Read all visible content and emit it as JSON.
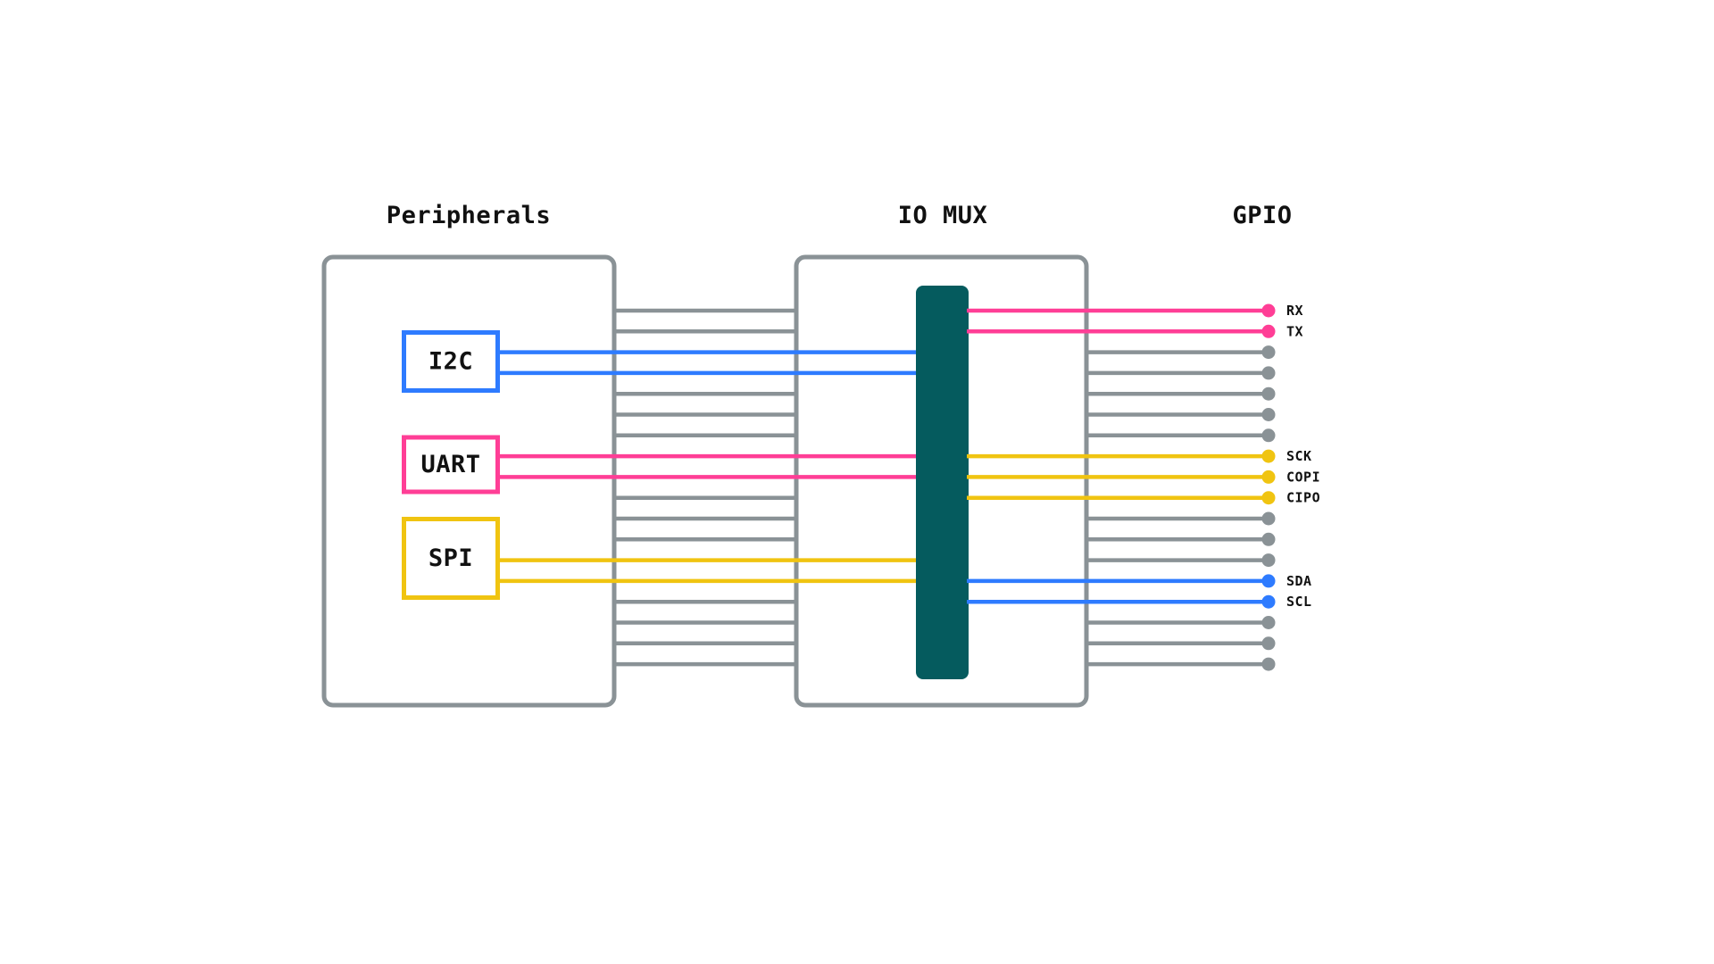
{
  "diagram": {
    "background": "#ffffff",
    "titles": {
      "peripherals": "Peripherals",
      "io_mux": "IO MUX",
      "gpio": "GPIO"
    },
    "colors": {
      "gray": "#8A9296",
      "pink": "#FF3E96",
      "blue": "#2E7BFF",
      "gold": "#F0C411",
      "teal": "#055B5E",
      "text": "#111111"
    },
    "peripheral_blocks": [
      {
        "label": "I2C",
        "color": "blue"
      },
      {
        "label": "UART",
        "color": "pink"
      },
      {
        "label": "SPI",
        "color": "gold"
      }
    ],
    "left_bundle_slots": [
      "gray",
      "gray",
      "blue",
      "blue",
      "gray",
      "gray",
      "gray",
      "pink",
      "pink",
      "gray",
      "gray",
      "gray",
      "gold",
      "gold",
      "gray",
      "gray",
      "gray",
      "gray"
    ],
    "gpio_pins": [
      {
        "label": "RX",
        "color": "pink"
      },
      {
        "label": "TX",
        "color": "pink"
      },
      {
        "label": "",
        "color": "gray"
      },
      {
        "label": "",
        "color": "gray"
      },
      {
        "label": "",
        "color": "gray"
      },
      {
        "label": "",
        "color": "gray"
      },
      {
        "label": "",
        "color": "gray"
      },
      {
        "label": "SCK",
        "color": "gold"
      },
      {
        "label": "COPI",
        "color": "gold"
      },
      {
        "label": "CIPO",
        "color": "gold"
      },
      {
        "label": "",
        "color": "gray"
      },
      {
        "label": "",
        "color": "gray"
      },
      {
        "label": "",
        "color": "gray"
      },
      {
        "label": "SDA",
        "color": "blue"
      },
      {
        "label": "SCL",
        "color": "blue"
      },
      {
        "label": "",
        "color": "gray"
      },
      {
        "label": "",
        "color": "gray"
      },
      {
        "label": "",
        "color": "gray"
      }
    ]
  }
}
